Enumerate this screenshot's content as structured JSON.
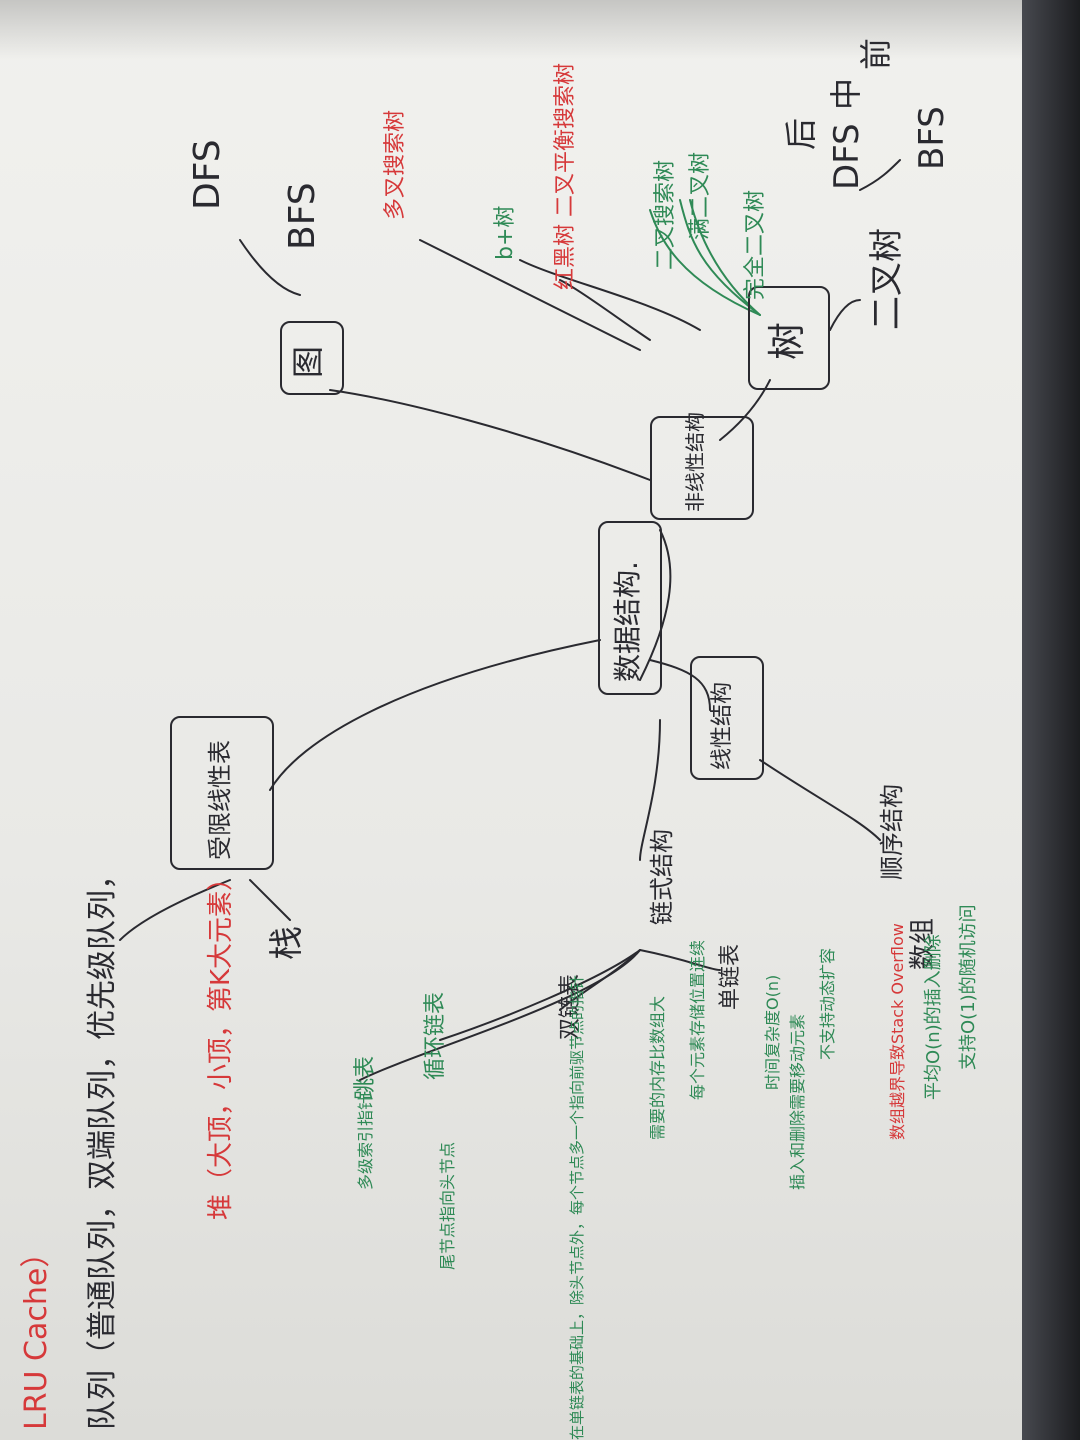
{
  "colors": {
    "ink": "#2a2a30",
    "green": "#2f8a56",
    "red": "#d6393a",
    "paper": "#eeeeeb"
  },
  "root": "数据结构.",
  "nonlinear": {
    "label": "非线性结构",
    "tree": {
      "label": "树",
      "binary_tree": "二叉树",
      "traversal_bfs": "BFS",
      "traversal_dfs": "DFS",
      "orders": [
        "前",
        "中",
        "后"
      ],
      "complete": "完全二叉树",
      "full": "满二叉树",
      "search": "二叉搜索树",
      "balanced": "红黑树 二叉平衡搜索树",
      "b_tree": "b+树",
      "multi": "多叉搜索树"
    },
    "graph": {
      "label": "图",
      "bfs": "BFS",
      "dfs": "DFS"
    }
  },
  "linear": {
    "label": "线性结构",
    "sequential": "顺序结构",
    "array": {
      "label": "数组",
      "notes": [
        "支持O(1)的随机访问",
        "平均O(n)的插入删除",
        "数组越界导致Stack Overflow",
        "不支持动态扩容",
        "插入和删除需要移动元素",
        "时间复杂度O(n)",
        "每个元素存储位置连续",
        "需要的内存比数组大"
      ]
    },
    "linked": {
      "label": "链式结构",
      "singly": "单链表",
      "doubly": "双链表",
      "circular": "循环链表",
      "skip": "跳表",
      "doubly_note": "在单链表的基础上，除头节点外，每个节点多一个指向前驱节点的指针",
      "circular_note": "尾节点指向头节点",
      "skip_note": "多级索引指针"
    }
  },
  "restricted": {
    "label": "受限线性表",
    "stack": "栈",
    "heap": "堆（大顶，小顶，第K大元素）",
    "queue": "队列（普通队列，双端队列，优先级队列，",
    "lru": "LRU Cache）"
  }
}
